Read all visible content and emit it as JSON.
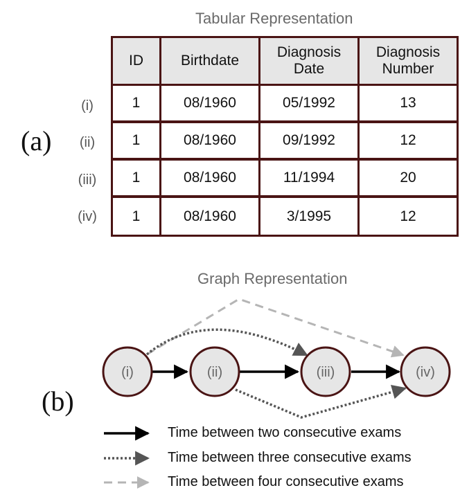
{
  "panel_a": {
    "letter": "(a)",
    "title": "Tabular Representation",
    "headers": [
      "ID",
      "Birthdate",
      "Diagnosis Date",
      "Diagnosis Number"
    ],
    "rows": [
      {
        "label": "(i)",
        "cells": [
          "1",
          "08/1960",
          "05/1992",
          "13"
        ]
      },
      {
        "label": "(ii)",
        "cells": [
          "1",
          "08/1960",
          "09/1992",
          "12"
        ]
      },
      {
        "label": "(iii)",
        "cells": [
          "1",
          "08/1960",
          "11/1994",
          "20"
        ]
      },
      {
        "label": "(iv)",
        "cells": [
          "1",
          "08/1960",
          "3/1995",
          "12"
        ]
      }
    ]
  },
  "panel_b": {
    "letter": "(b)",
    "title": "Graph Representation",
    "nodes": [
      "(i)",
      "(ii)",
      "(iii)",
      "(iv)"
    ],
    "legend": [
      {
        "text": "Time between two consecutive exams",
        "style": "solid",
        "color": "#000000"
      },
      {
        "text": "Time between three consecutive exams",
        "style": "dotted",
        "color": "#555555"
      },
      {
        "text": "Time between four consecutive exams",
        "style": "dashed",
        "color": "#b5b5b5"
      }
    ]
  },
  "colors": {
    "table_border": "#4a1414",
    "header_fill": "#e6e6e6",
    "node_fill": "#e6e6e6",
    "node_stroke": "#4a1414"
  }
}
